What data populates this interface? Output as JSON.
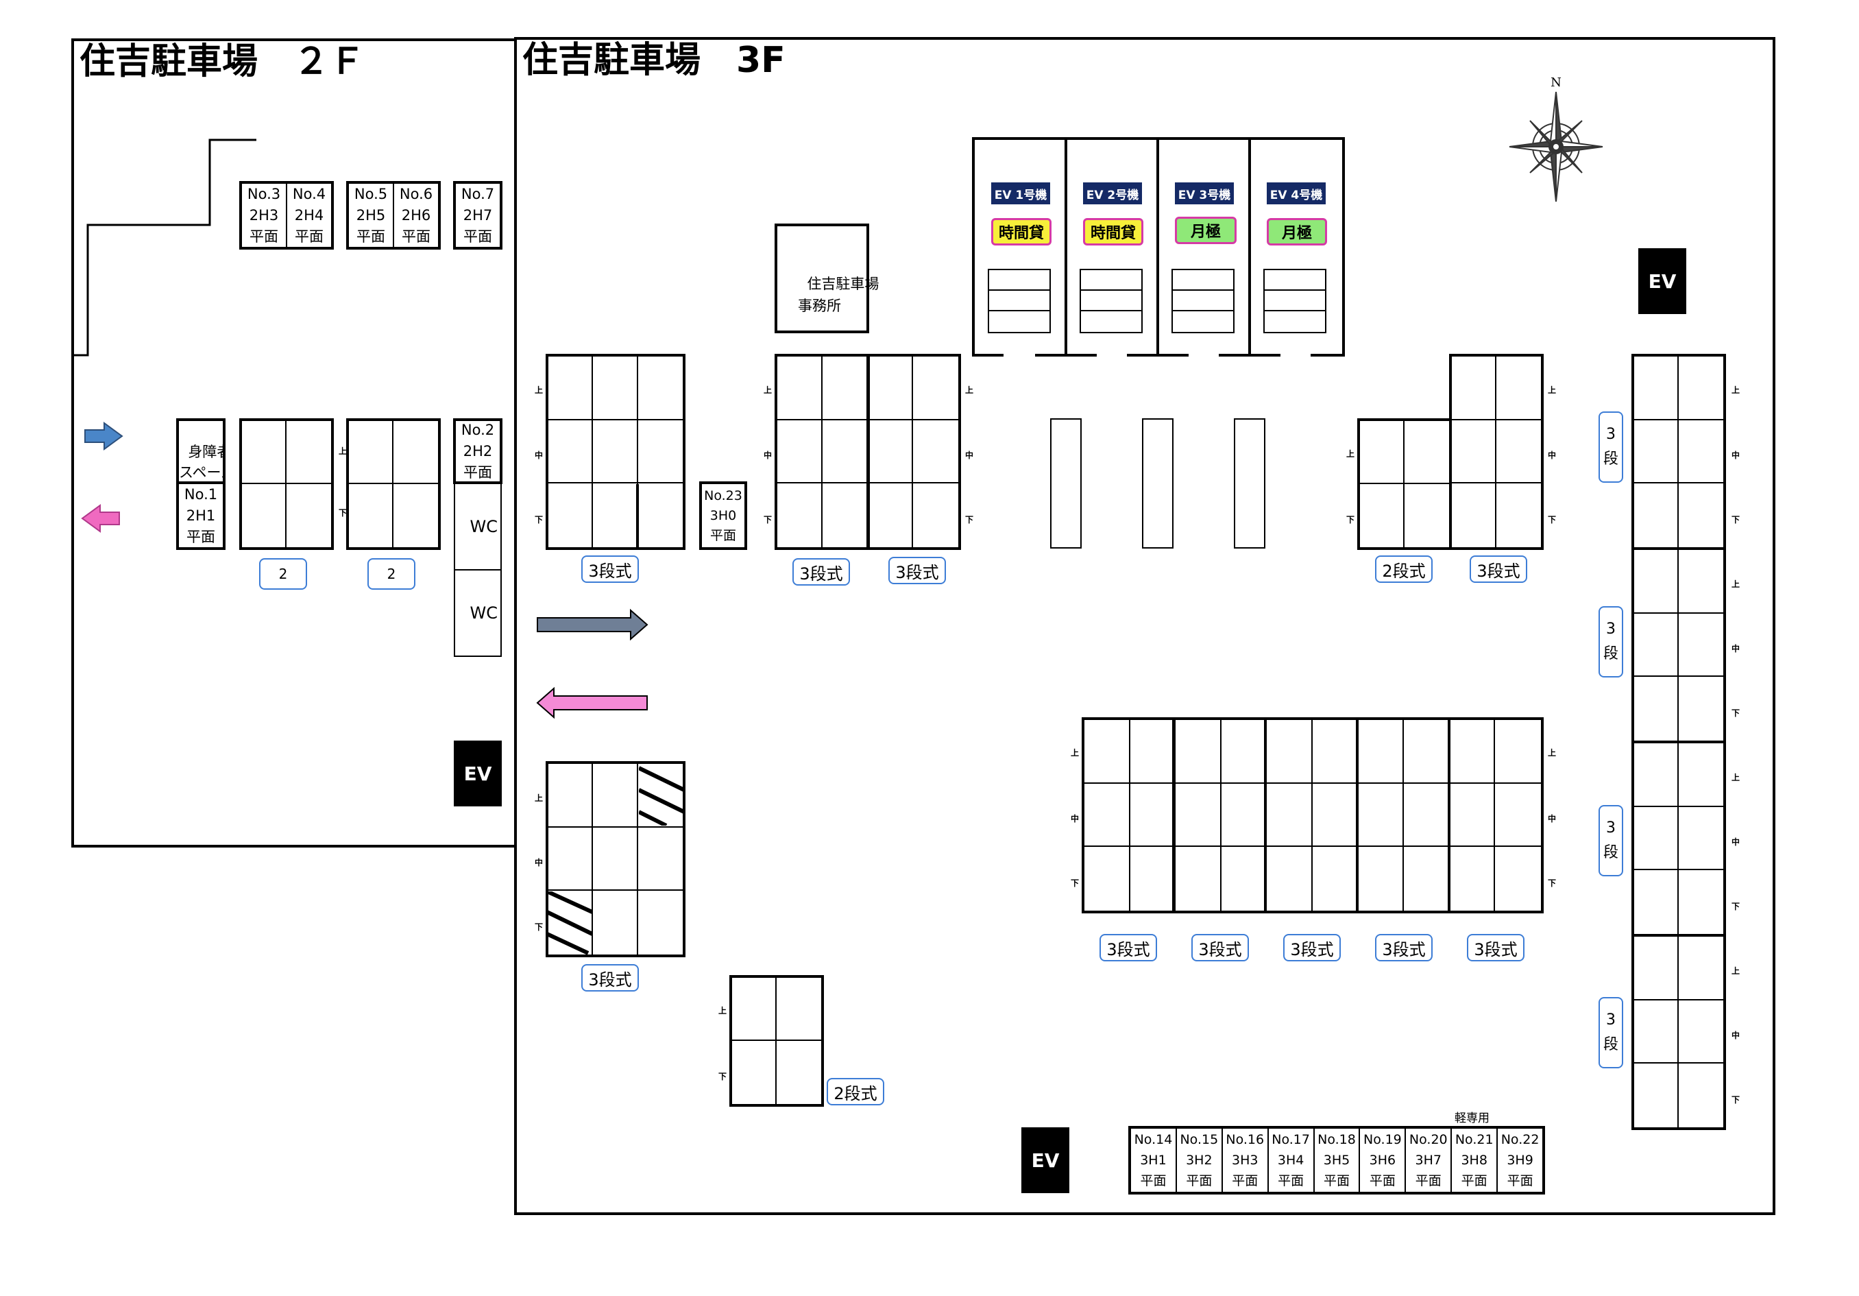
{
  "floor2": {
    "title": "住吉駐車場　２Ｆ",
    "spaces": [
      {
        "no": "No.3",
        "code": "2H3",
        "type": "平面"
      },
      {
        "no": "No.4",
        "code": "2H4",
        "type": "平面"
      },
      {
        "no": "No.5",
        "code": "2H5",
        "type": "平面"
      },
      {
        "no": "No.6",
        "code": "2H6",
        "type": "平面"
      },
      {
        "no": "No.7",
        "code": "2H7",
        "type": "平面"
      },
      {
        "no": "No.2",
        "code": "2H2",
        "type": "平面"
      },
      {
        "no": "No.1",
        "code": "2H1",
        "type": "平面"
      }
    ],
    "disabled_space": "身障者\nスペース",
    "badges": [
      "2",
      "2"
    ],
    "wc": [
      "WC",
      "WC"
    ],
    "ev": "EV",
    "arrow_colors": {
      "in": "#4a86c8",
      "out": "#f06ac0"
    }
  },
  "floor3": {
    "title": "住吉駐車場　3F",
    "office": "住吉駐車場\n事務所",
    "elevators": [
      {
        "name": "EV 1号機",
        "type": "時間貸",
        "color": "#f7ef3a"
      },
      {
        "name": "EV 2号機",
        "type": "時間貸",
        "color": "#f7ef3a"
      },
      {
        "name": "EV 3号機",
        "type": "月極",
        "color": "#8fe878"
      },
      {
        "name": "EV 4号機",
        "type": "月極",
        "color": "#8fe878"
      }
    ],
    "no23": {
      "no": "No.23",
      "code": "3H0",
      "type": "平面"
    },
    "spaces": [
      {
        "no": "No.14",
        "code": "3H1",
        "type": "平面"
      },
      {
        "no": "No.15",
        "code": "3H2",
        "type": "平面"
      },
      {
        "no": "No.16",
        "code": "3H3",
        "type": "平面"
      },
      {
        "no": "No.17",
        "code": "3H4",
        "type": "平面"
      },
      {
        "no": "No.18",
        "code": "3H5",
        "type": "平面"
      },
      {
        "no": "No.19",
        "code": "3H6",
        "type": "平面"
      },
      {
        "no": "No.20",
        "code": "3H7",
        "type": "平面"
      },
      {
        "no": "No.21",
        "code": "3H8",
        "type": "平面"
      },
      {
        "no": "No.22",
        "code": "3H9",
        "type": "平面"
      }
    ],
    "kei_label": "軽専用",
    "lift_labels": {
      "a": "3段式",
      "b": "3段式",
      "c": "3段式",
      "d": "2段式",
      "e": "3段式",
      "f": "3段式",
      "g": "2段式",
      "h1": "3段式",
      "h2": "3段式",
      "h3": "3段式",
      "h4": "3段式",
      "h5": "3段式"
    },
    "side_badges": [
      {
        "num": "3",
        "kind": "段"
      },
      {
        "num": "3",
        "kind": "段"
      },
      {
        "num": "3",
        "kind": "段"
      },
      {
        "num": "3",
        "kind": "段"
      }
    ],
    "ev": [
      "EV",
      "EV"
    ],
    "level_marks": {
      "up": "上",
      "mid": "中",
      "down": "下"
    },
    "compass_n": "N",
    "arrow_colors": {
      "in": "#6f7f96",
      "out": "#f48ad6"
    }
  }
}
